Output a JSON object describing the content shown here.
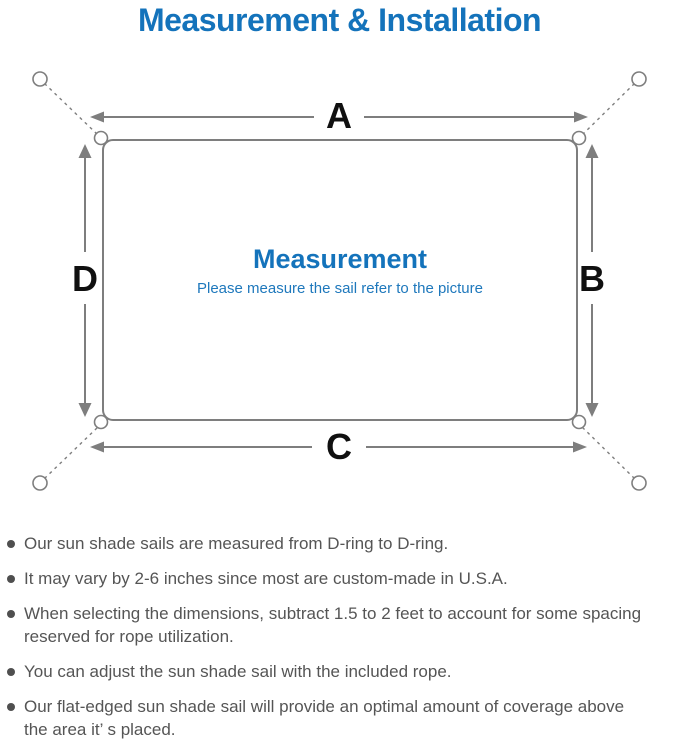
{
  "title": "Measurement & Installation",
  "diagram": {
    "label_top": "A",
    "label_right": "B",
    "label_bottom": "C",
    "label_left": "D",
    "center_heading": "Measurement",
    "center_subtitle": "Please measure the sail refer to the picture"
  },
  "notes": [
    "Our sun shade sails are measured from D-ring to D-ring.",
    "It may vary by 2-6 inches since most are custom-made in U.S.A.",
    "When selecting the dimensions, subtract 1.5 to 2 feet to account for some spacing\nreserved for rope utilization.",
    "You can adjust the sun shade sail with the included rope.",
    "Our flat-edged sun shade sail will provide an optimal amount of coverage above\nthe area it’ s placed."
  ],
  "colors": {
    "accent_blue": "#1473BB",
    "subtitle_blue": "#1E78BC",
    "diagram_gray": "#7E7E7E",
    "label_black": "#101010",
    "note_text_gray": "#555555"
  }
}
